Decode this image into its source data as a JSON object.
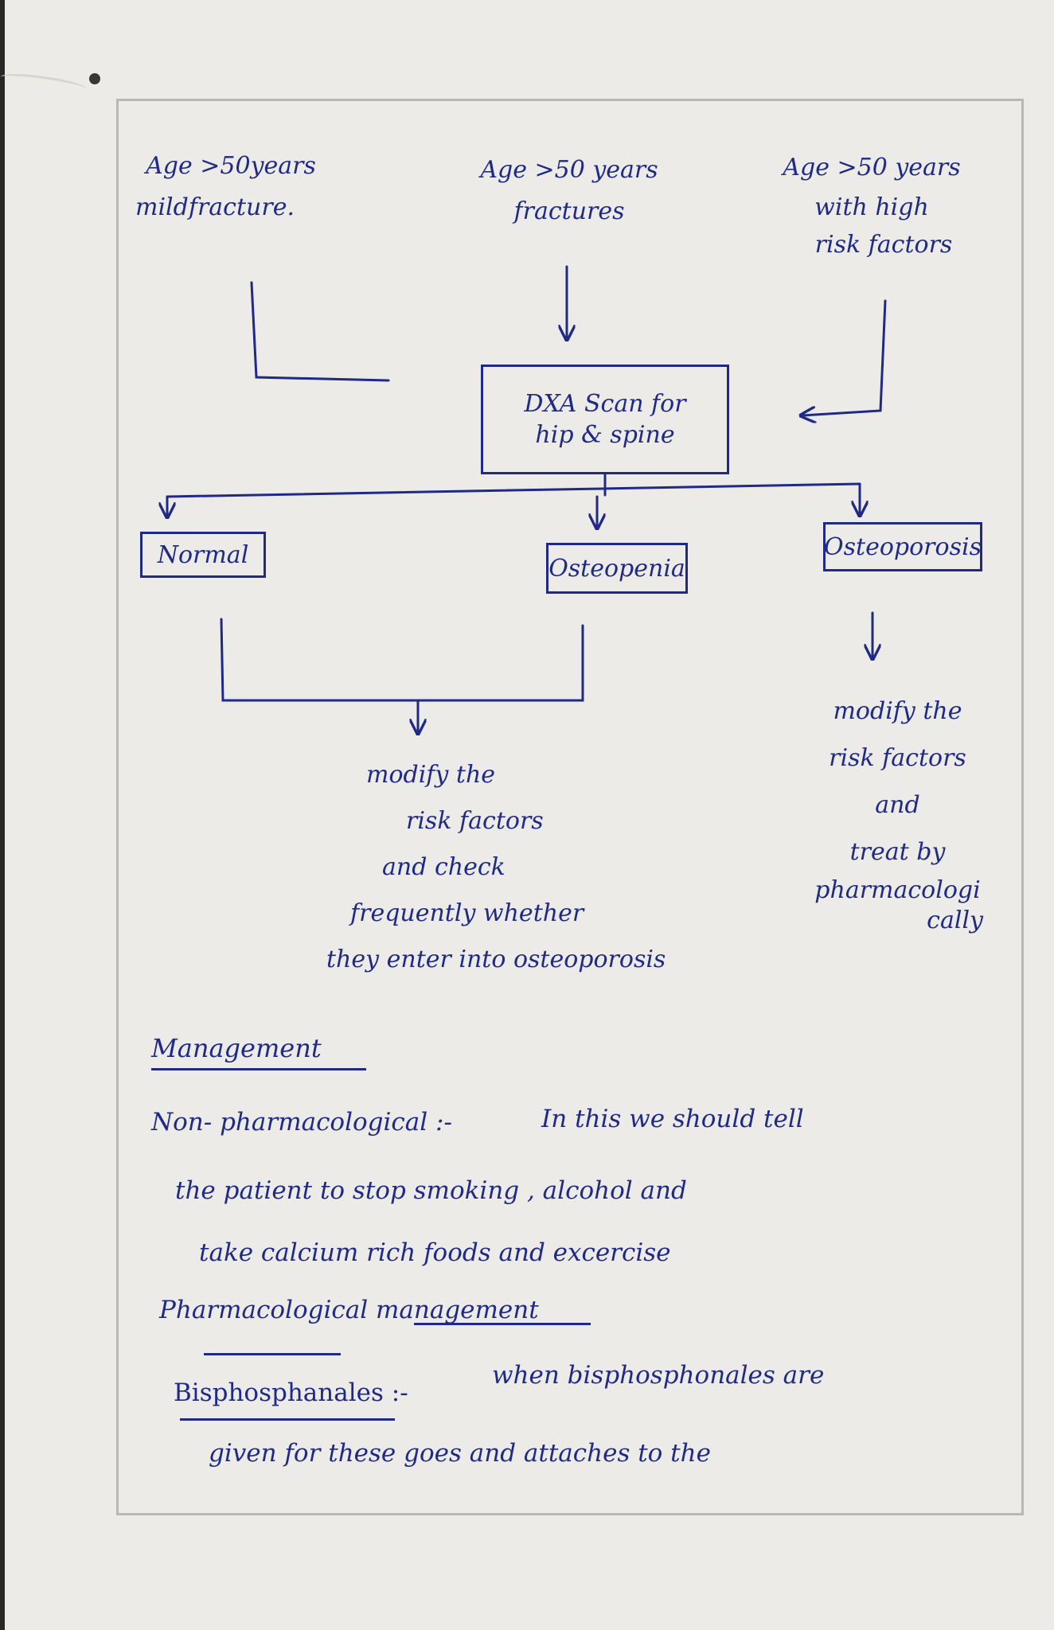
{
  "flowchart": {
    "inputs": {
      "left": [
        "Age >50years",
        "mildfracture."
      ],
      "middle": [
        "Age >50 years",
        "fractures"
      ],
      "right": [
        "Age >50 years",
        "with high",
        "risk factors"
      ]
    },
    "scan_box": [
      "DXA Scan for",
      "hip & spine"
    ],
    "outcomes": {
      "normal": "Normal",
      "osteopenia": "Osteopenia",
      "osteoporosis": "Osteoporosis"
    },
    "osteoporosis_action": [
      "modify the",
      "risk factors",
      "and",
      "treat by",
      "pharmacologi",
      "cally"
    ],
    "combined_action": [
      "modify the",
      "risk factors",
      "and check",
      "frequently   whether",
      "they  enter  into  osteoporosis"
    ]
  },
  "notes": {
    "management_heading": "Management",
    "non_pharm_label": "Non- pharmacological :-",
    "non_pharm_line1": "In this   we   should   tell",
    "non_pharm_line2": "the  patient  to  stop  smoking ,  alcohol   and",
    "non_pharm_line3": "take   calcium  rich  foods   and   excercise",
    "pharm_heading": "Pharmacological   management",
    "bisphos_label": "Bisphosphanales :-",
    "bisphos_line1": "when   bisphosphonales   are",
    "bisphos_line2": "given    for   these   goes    and   attaches  to  the"
  },
  "colors": {
    "ink": "#1f2a86",
    "paper": "#ecebe8",
    "frame": "#b9b8b5",
    "background": "#2a2826"
  }
}
